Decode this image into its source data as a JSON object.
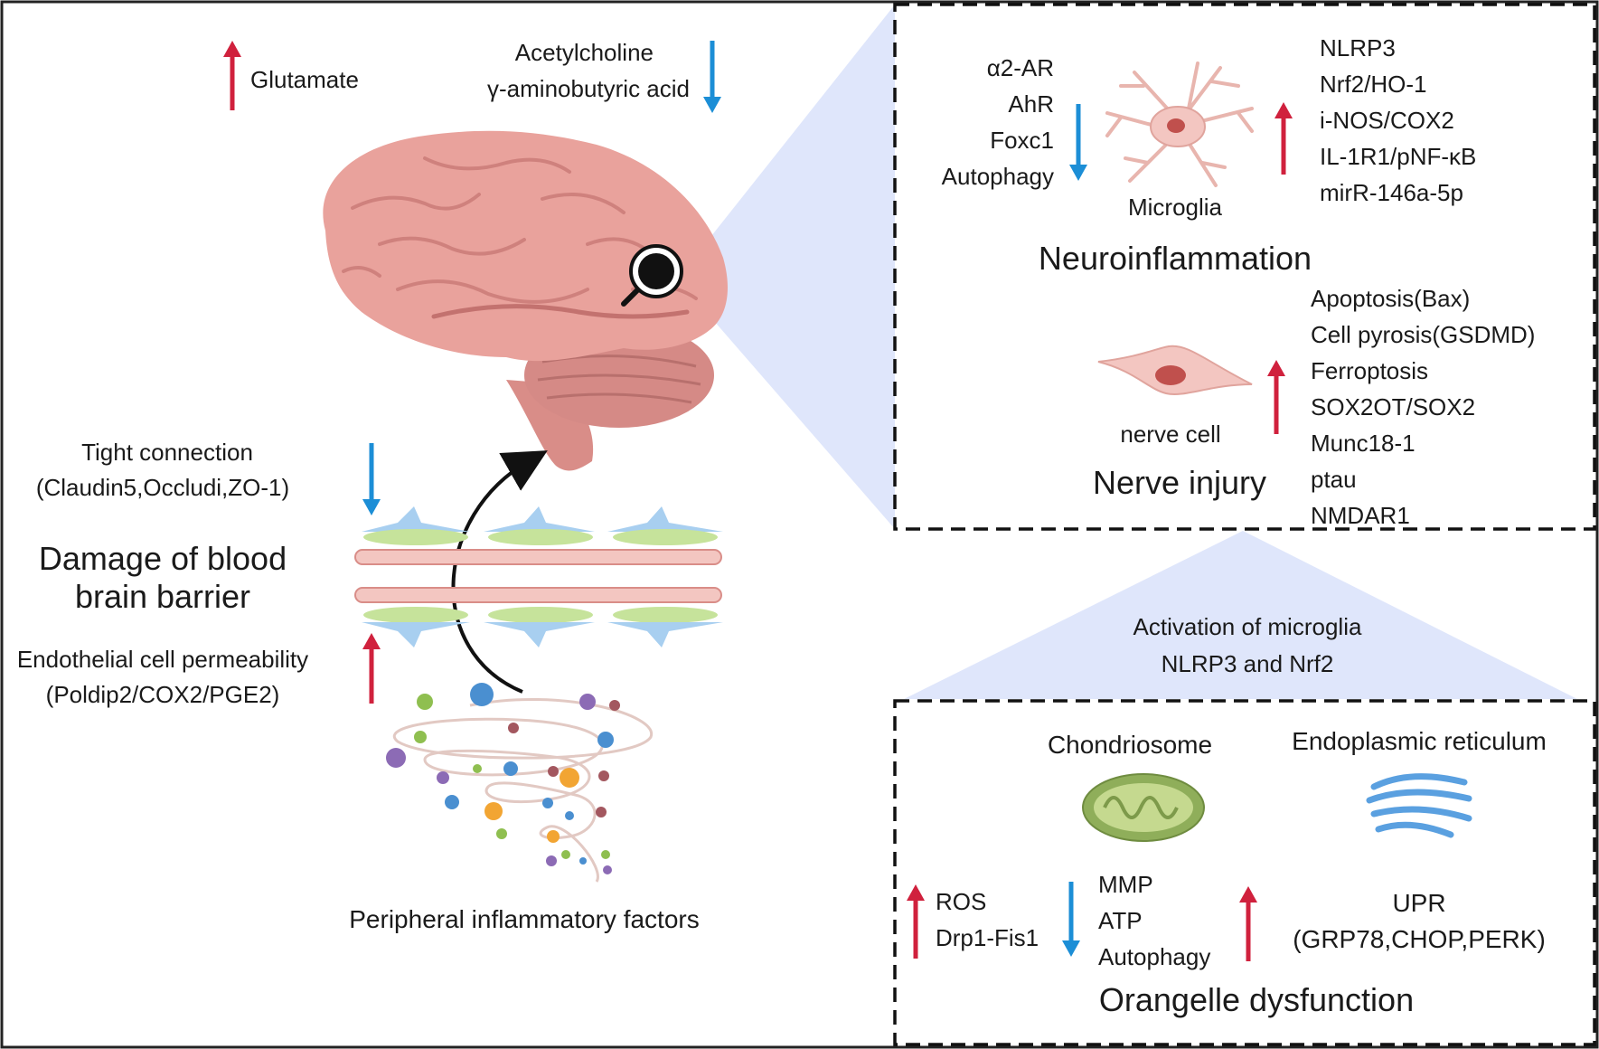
{
  "top_left": {
    "glutamate": "Glutamate",
    "acetylcholine": "Acetylcholine",
    "gaba": "γ-aminobutyric acid"
  },
  "bbb": {
    "tight_connection": "Tight connection",
    "tight_connection_detail": "(Claudin5,Occludi,ZO-1)",
    "title_line1": "Damage of blood",
    "title_line2": "brain barrier",
    "endothelial": "Endothelial cell permeability",
    "endothelial_detail": "(Poldip2/COX2/PGE2)"
  },
  "peripheral": {
    "label": "Peripheral inflammatory factors"
  },
  "neuroinflammation": {
    "title": "Neuroinflammation",
    "cell_label": "Microglia",
    "down": [
      "α2-AR",
      "AhR",
      "Foxc1",
      "Autophagy"
    ],
    "up": [
      "NLRP3",
      "Nrf2/HO-1",
      "i-NOS/COX2",
      "IL-1R1/pNF-κB",
      "mirR-146a-5p"
    ]
  },
  "nerve_injury": {
    "title": "Nerve injury",
    "cell_label": "nerve cell",
    "up": [
      "Apoptosis(Bax)",
      "Cell pyrosis(GSDMD)",
      "Ferroptosis",
      "SOX2OT/SOX2",
      "Munc18-1",
      "ptau",
      "NMDAR1"
    ]
  },
  "activation": {
    "line1": "Activation of microglia",
    "line2": "NLRP3 and Nrf2"
  },
  "organelle": {
    "title": "Orangelle dysfunction",
    "chondriosome": "Chondriosome",
    "er": "Endoplasmic reticulum",
    "up1": [
      "ROS",
      "Drp1-Fis1"
    ],
    "down": [
      "MMP",
      "ATP",
      "Autophagy"
    ],
    "upr": "UPR",
    "upr_detail": "(GRP78,CHOP,PERK)"
  },
  "colors": {
    "up_arrow": "#d0213d",
    "down_arrow": "#1c8ed6",
    "brain": "#e9a29c",
    "zoom_fill": "#dfe6fb",
    "spiral_line": "#e2c9c3"
  }
}
